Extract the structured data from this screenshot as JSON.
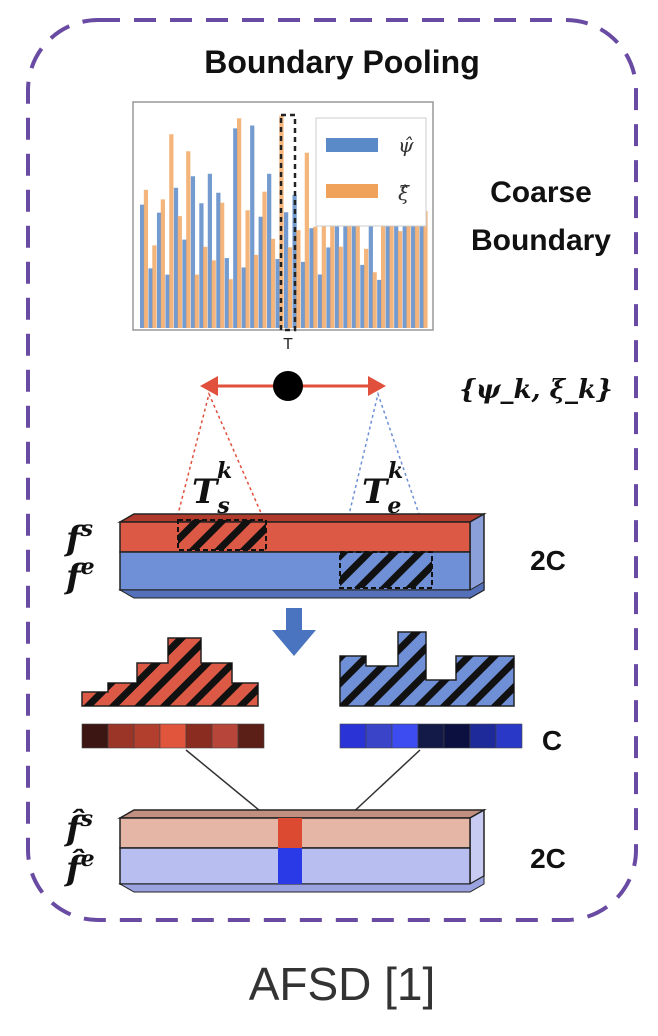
{
  "title": "Boundary Pooling",
  "coarse_boundary": {
    "line1": "Coarse",
    "line2": "Boundary"
  },
  "legend": {
    "psi": "ψ̂",
    "xi": "ξ̂"
  },
  "colors": {
    "frame": "#6a4ba3",
    "psi_bar": "#5b8ac8",
    "xi_bar": "#f0a25a",
    "red_feature": "#dc5a45",
    "blue_feature": "#6f8fd6",
    "pink_output": "#e5b5a5",
    "lavender_output": "#b8bff0",
    "arrow_red": "#e0503c",
    "down_arrow": "#4a74c0"
  },
  "anchor_label": "T",
  "boundary_set": "{ψ_k, ξ_k}",
  "Ts_label": {
    "base": "T",
    "sub": "s",
    "sup": "k"
  },
  "Te_label": {
    "base": "T",
    "sub": "e",
    "sup": "k"
  },
  "feature_labels": {
    "fs": "f",
    "fs_sup": "s",
    "fe": "f",
    "fe_sup": "e"
  },
  "output_labels": {
    "fs": "f̂",
    "fs_sup": "s",
    "fe": "f̂",
    "fe_sup": "e"
  },
  "channels": {
    "top": "2C",
    "mid": "C",
    "bottom": "2C"
  },
  "caption": "AFSD [1]"
}
